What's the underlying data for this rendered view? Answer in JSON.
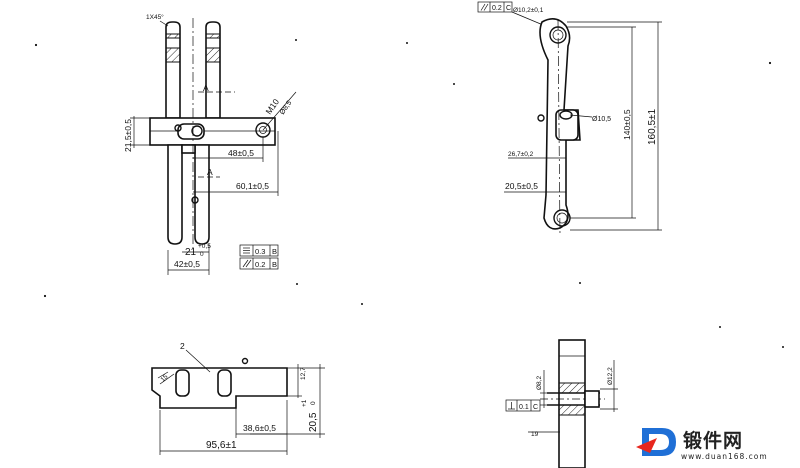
{
  "view_top_left": {
    "chamfer_note": "1X45°",
    "dim_height": "21,5±0,5",
    "dim_thread": "M10",
    "dim_hole": "Ø8,5",
    "dim_48": "48±0,5",
    "dim_60": "60,1±0,5",
    "dim_21": "21",
    "dim_21_tol_upper": "+0,5",
    "dim_21_tol_lower": "0",
    "dim_42": "42±0,5",
    "section_mark": "A",
    "tol_symmetry": "0.3",
    "tol_parallel": "0.2",
    "datum_b": "B"
  },
  "view_top_right": {
    "tol_parallel": "0.2",
    "datum_c": "C",
    "dim_bore": "Ø10,2±0,1",
    "dim_d10": "Ø10,5",
    "dim_26": "26,7±0,2",
    "dim_20": "20,5±0,5",
    "dim_140": "140±0,5",
    "dim_160": "160,5±1"
  },
  "view_bottom_left": {
    "balloon": "2",
    "dim_95": "95,6±1",
    "dim_38": "38,6±0,5",
    "dim_20": "20,5",
    "dim_20_tol_upper": "+1",
    "dim_20_tol_lower": "0",
    "dim_12": "12,7",
    "note_15": "15"
  },
  "view_bottom_right": {
    "dim_a": "Ø8,2",
    "dim_b": "Ø12,2",
    "tol_perp": "0.1",
    "datum_c": "C",
    "dim_19": "19"
  },
  "watermark": {
    "name": "锻件网",
    "url": "www.duan168.com",
    "brand_color": "#1f6fd6"
  }
}
